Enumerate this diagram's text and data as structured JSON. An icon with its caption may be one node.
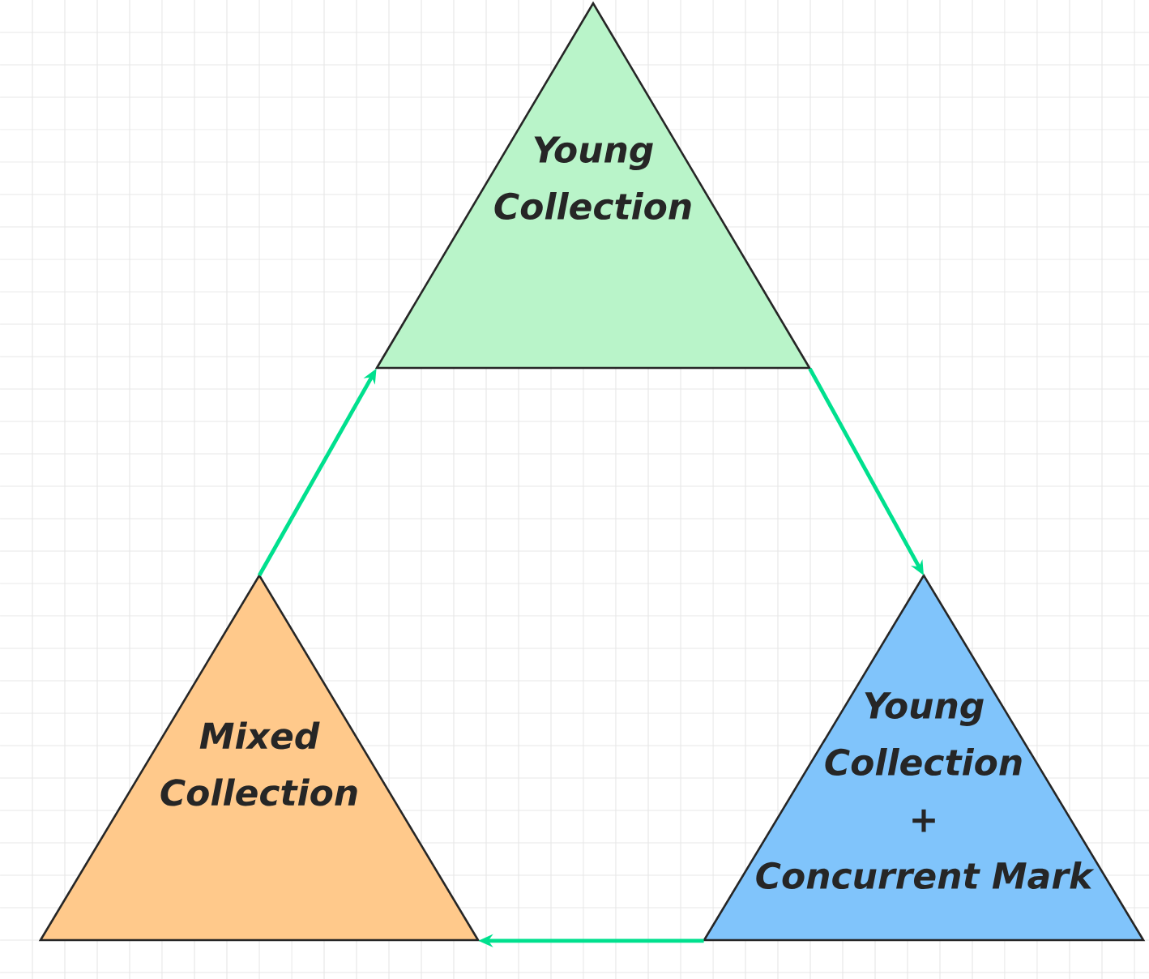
{
  "diagram": {
    "nodes": [
      {
        "text": [
          "Young Collection"
        ]
      },
      {
        "text": [
          "Mixed Collection"
        ]
      },
      {
        "text": [
          "Young Collection + Concurrent Mark"
        ]
      }
    ],
    "edges": [
      {
        "from": 0,
        "to": 2,
        "arrow": "to"
      },
      {
        "from": 2,
        "to": 1,
        "arrow": "to"
      },
      {
        "from": 1,
        "to": 0,
        "arrow": "to"
      }
    ]
  }
}
